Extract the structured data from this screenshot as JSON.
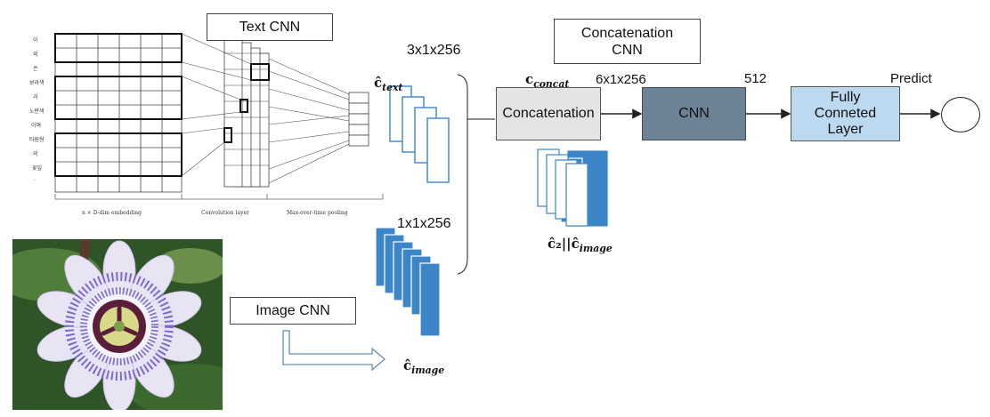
{
  "labels": {
    "text_cnn": "Text CNN",
    "image_cnn": "Image CNN",
    "concatenation_cnn": "Concatenation\nCNN",
    "dim_text": "3x1x256",
    "dim_image": "1x1x256",
    "dim_concat": "6x1x256",
    "dim_512": "512",
    "predict": "Predict",
    "concatenation": "Concatenation",
    "cnn": "CNN",
    "fc_layer": "Fully\nConneted\nLayer"
  },
  "math": {
    "c_text_base": "ĉ",
    "c_text_sub": "text",
    "c_image_base": "ĉ",
    "c_image_sub": "image",
    "c_concat_base": "c",
    "c_concat_sub": "concat",
    "c2_expr": "ĉ₂||ĉ",
    "c2_sub": "image"
  },
  "text_cnn_figure": {
    "korean_tokens": [
      "이",
      "외",
      "은",
      "보라색",
      "과",
      "노란색",
      "이며",
      "타원형",
      "의",
      "꽃잎",
      "."
    ],
    "captions": [
      "n × D-dim embedding",
      "Convolution layer",
      "Max-over-time pooling"
    ]
  },
  "colors": {
    "concat_fill": "#e4e4e4",
    "cnn_fill": "#6e8296",
    "fc_fill": "#bcd9ef",
    "image_map_fill": "#3c86c8",
    "text_map_stroke": "#3c86c8"
  }
}
